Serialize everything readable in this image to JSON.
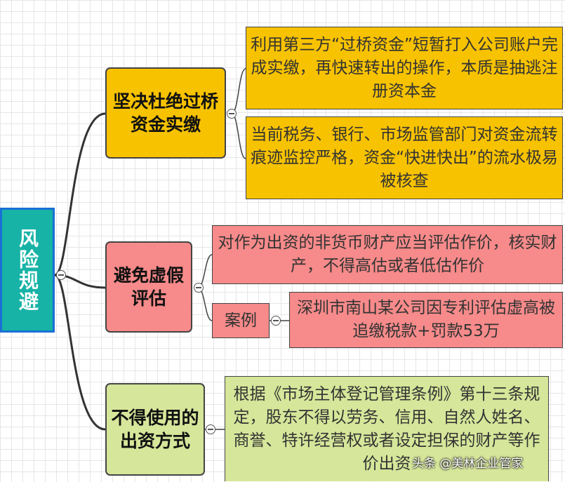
{
  "root": {
    "label": "风险规避"
  },
  "branches": [
    {
      "label": "坚决杜绝过桥资金实缴",
      "color": "#f7c200",
      "children": [
        "利用第三方“过桥资金”短暂打入公司账户完成实缴，再快速转出的操作，本质是抽逃注册资本金",
        "当前税务、银行、市场监管部门对资金流转痕迹监控严格，资金“快进快出”的流水极易被核查"
      ]
    },
    {
      "label": "避免虚假评估",
      "color": "#f78a8a",
      "children": [
        "对作为出资的非货币财产应当评估作价，核实财产，不得高估或者低估作价"
      ],
      "case": {
        "label": "案例",
        "detail": "深圳市南山某公司因专利评估虚高被追缴税款+罚款53万"
      }
    },
    {
      "label": "不得使用的出资方式",
      "color": "#d6e69a",
      "children": [
        "根据《市场主体登记管理条例》第十三条规定，股东不得以劳务、信用、自然人姓名、商誉、特许经营权或者设定担保的财产等作价出资"
      ]
    }
  ],
  "watermark": "头条 @美林企业管家"
}
